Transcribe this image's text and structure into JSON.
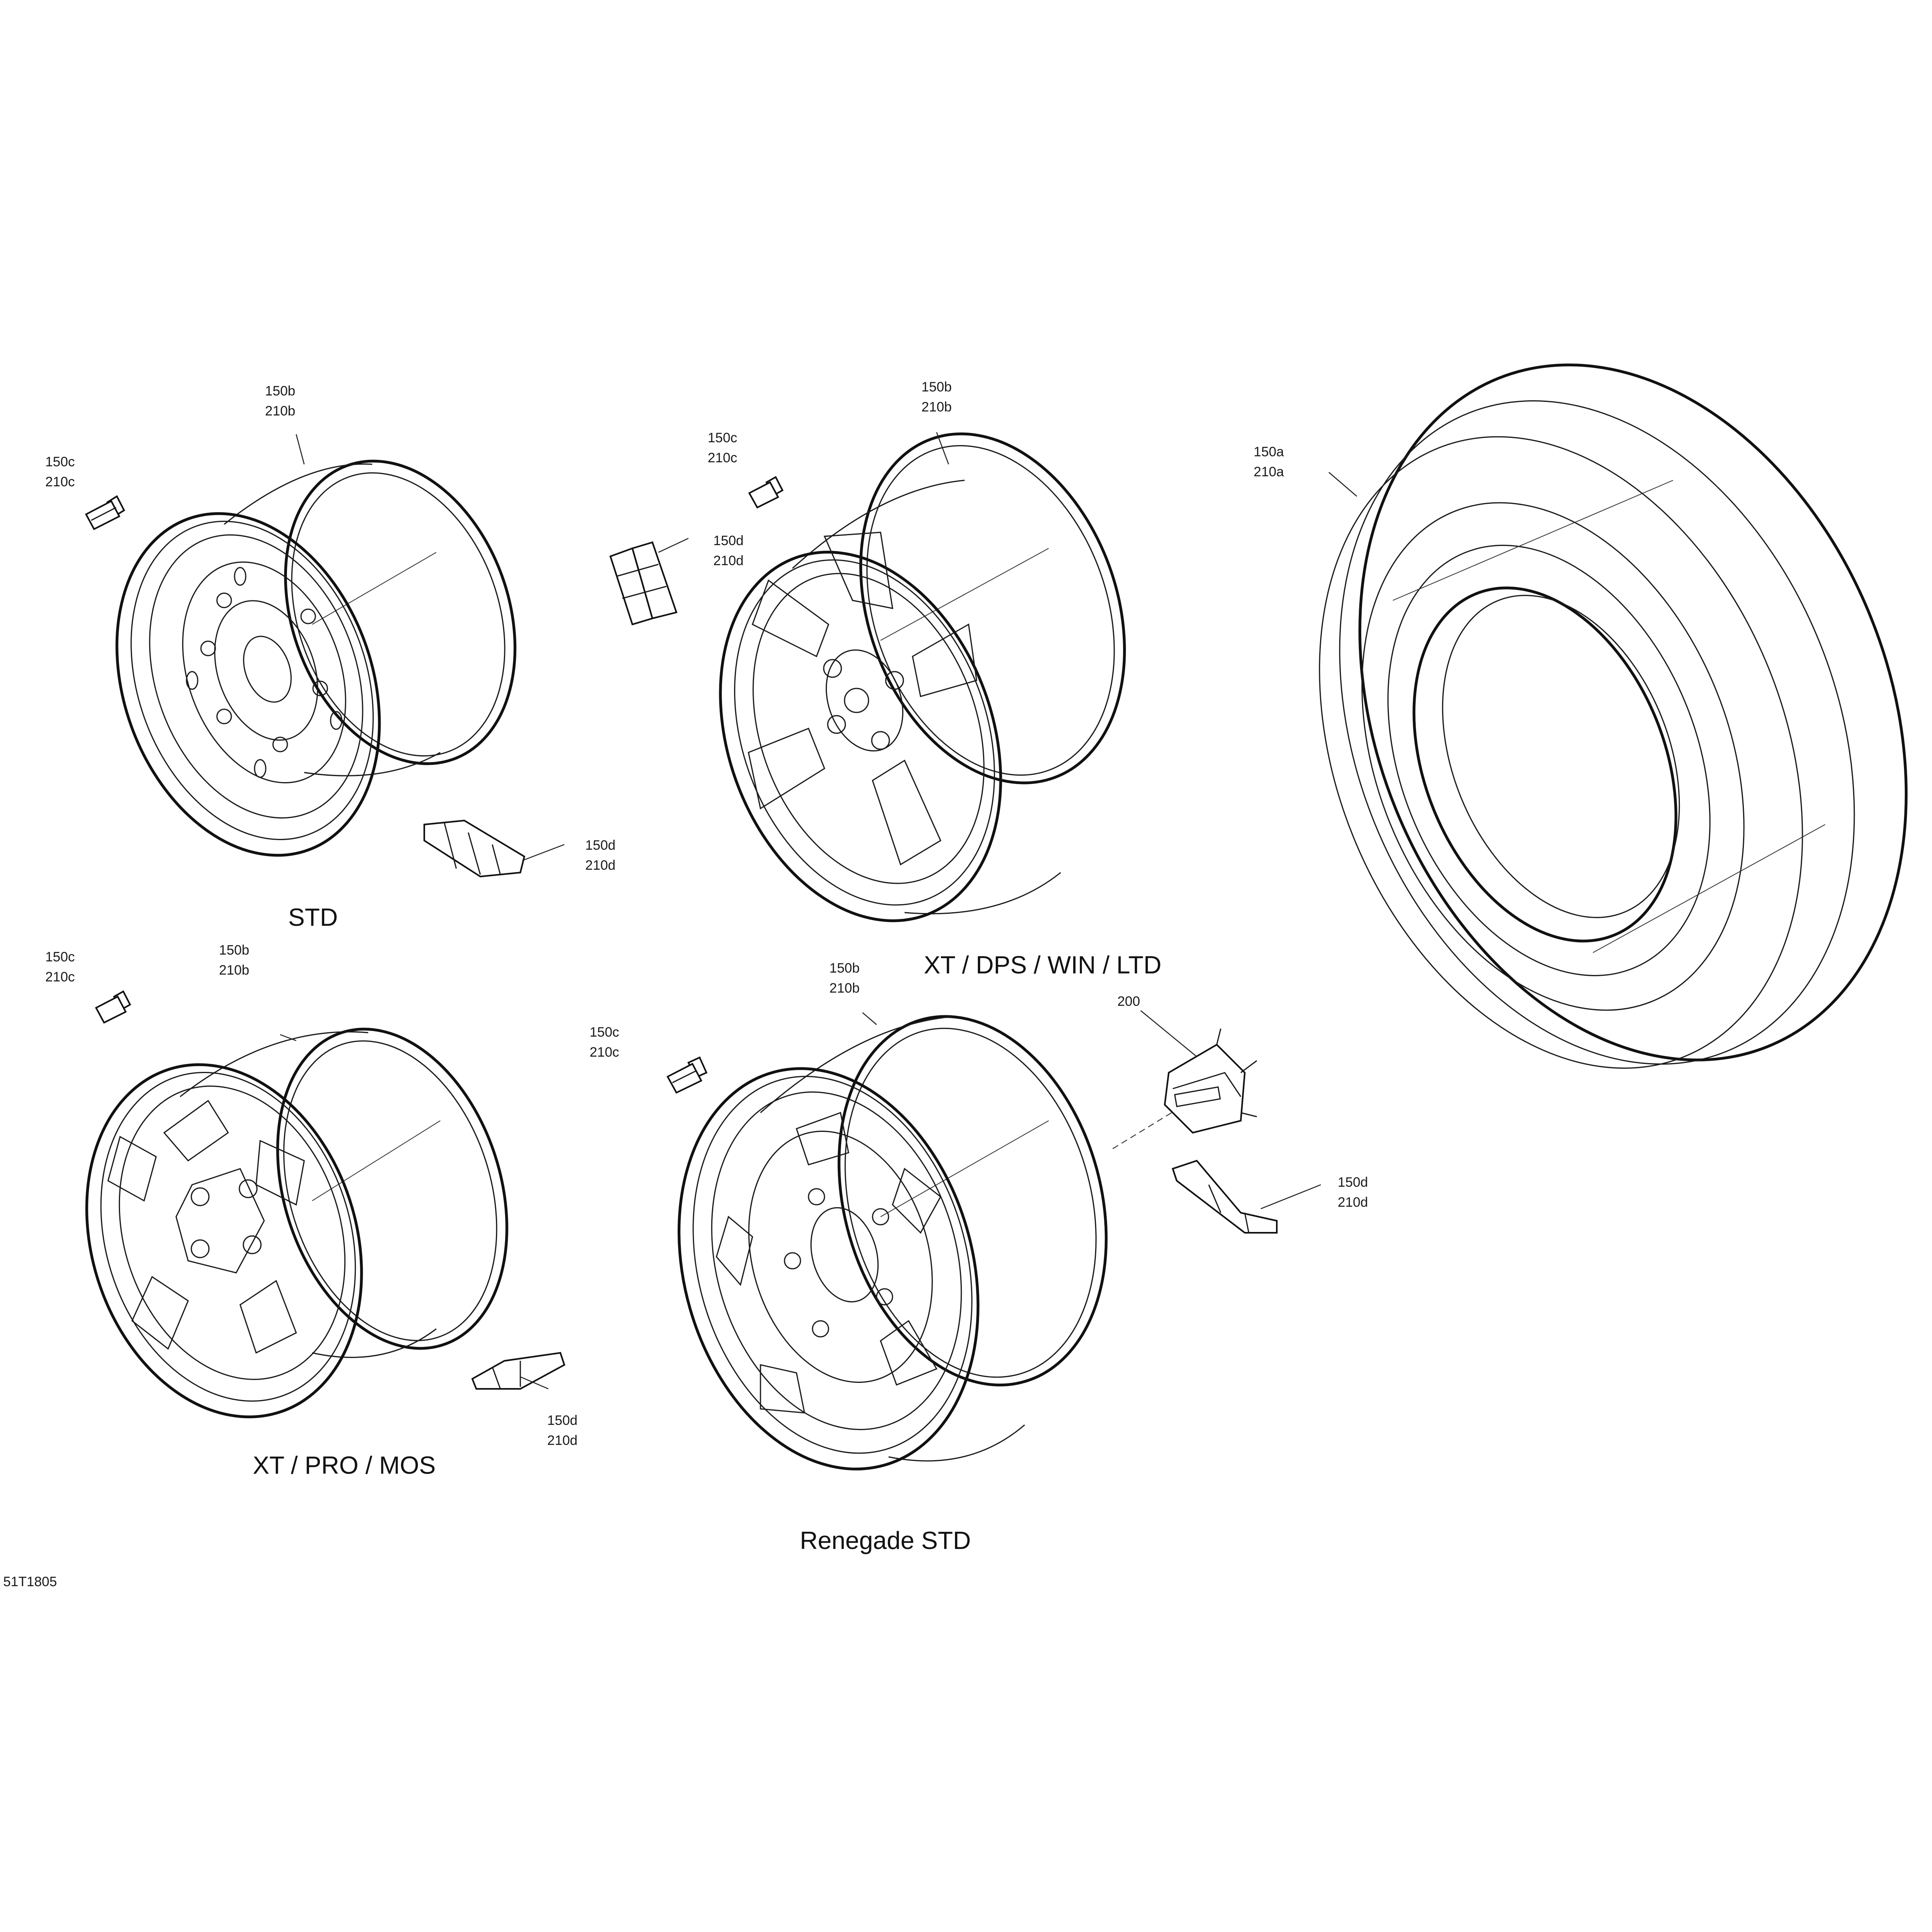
{
  "variants": {
    "std": "STD",
    "xt_dps_win_ltd": "XT / DPS / WIN / LTD",
    "xt_pro_mos": "XT / PRO / MOS",
    "renegade_std": "Renegade STD"
  },
  "callouts": {
    "std_rim": [
      "150b",
      "210b"
    ],
    "std_valve": [
      "150c",
      "210c"
    ],
    "std_weight": [
      "150d",
      "210d"
    ],
    "xt_rim": [
      "150b",
      "210b"
    ],
    "xt_valve": [
      "150c",
      "210c"
    ],
    "xt_weight": [
      "150d",
      "210d"
    ],
    "tire": [
      "150a",
      "210a"
    ],
    "pro_rim": [
      "150b",
      "210b"
    ],
    "pro_valve": [
      "150c",
      "210c"
    ],
    "pro_weight": [
      "150d",
      "210d"
    ],
    "ren_rim": [
      "150b",
      "210b"
    ],
    "ren_valve": [
      "150c",
      "210c"
    ],
    "ren_cap": "200",
    "ren_weight": [
      "150d",
      "210d"
    ]
  },
  "drawing_code": "51T1805",
  "colors": {
    "line": "#1a1a1a",
    "background": "#ffffff"
  }
}
